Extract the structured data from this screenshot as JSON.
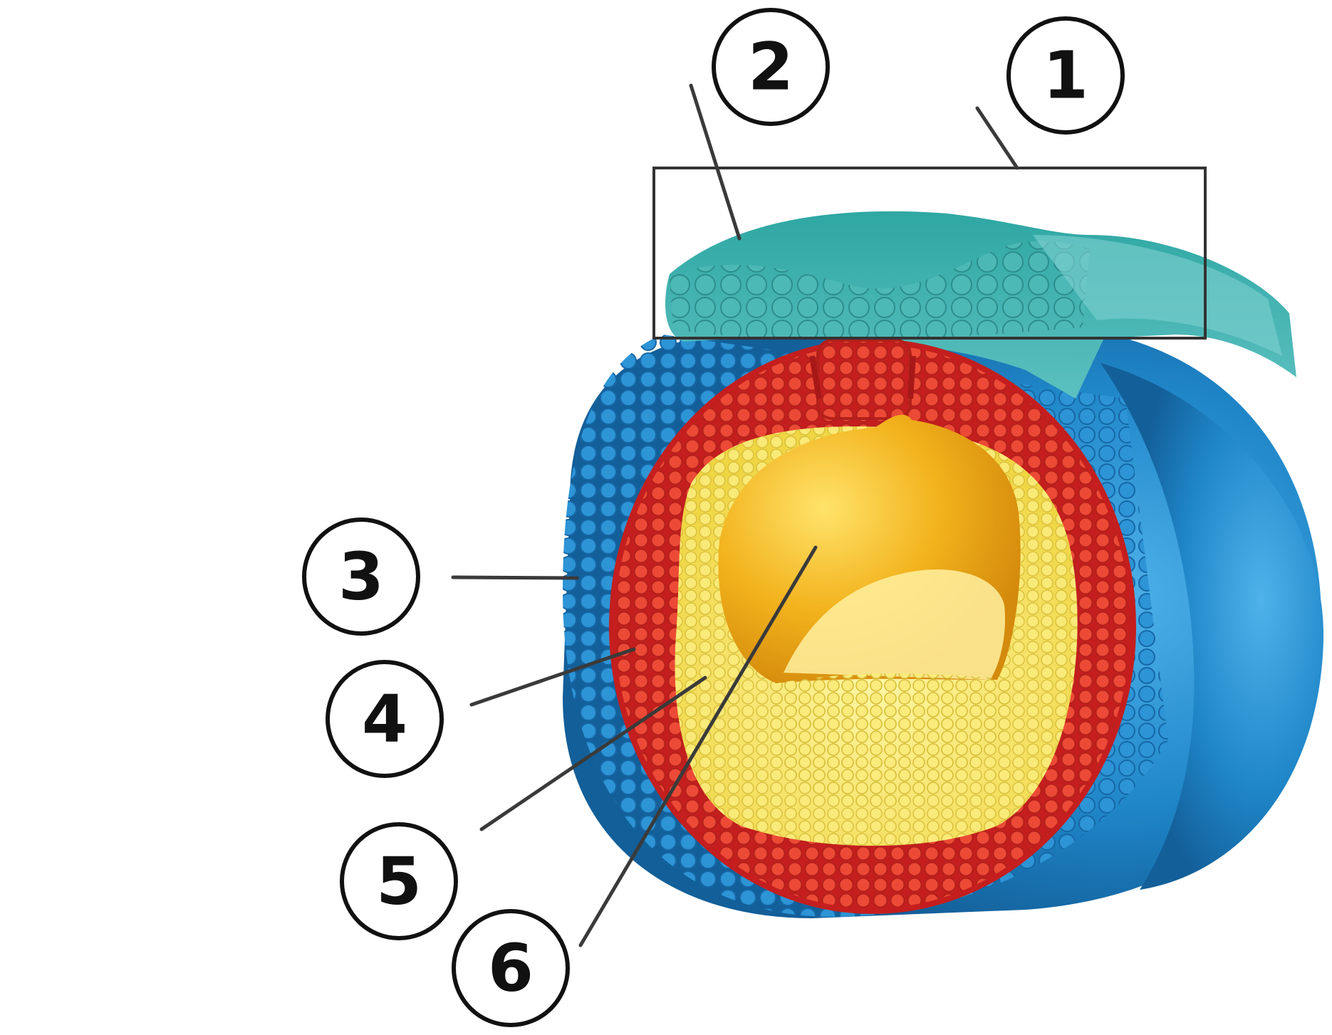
{
  "diagram": {
    "labels": [
      {
        "id": "1",
        "text": "1"
      },
      {
        "id": "2",
        "text": "2"
      },
      {
        "id": "3",
        "text": "3"
      },
      {
        "id": "4",
        "text": "4"
      },
      {
        "id": "5",
        "text": "5"
      },
      {
        "id": "6",
        "text": "6"
      }
    ],
    "colors": {
      "outer_layer": "#1f86c8",
      "top_plate": "#3fa8a8",
      "middle_layer": "#e0322a",
      "inner_layer": "#f2e15a",
      "core": "#f4c418",
      "line": "#3a3a3a"
    }
  }
}
